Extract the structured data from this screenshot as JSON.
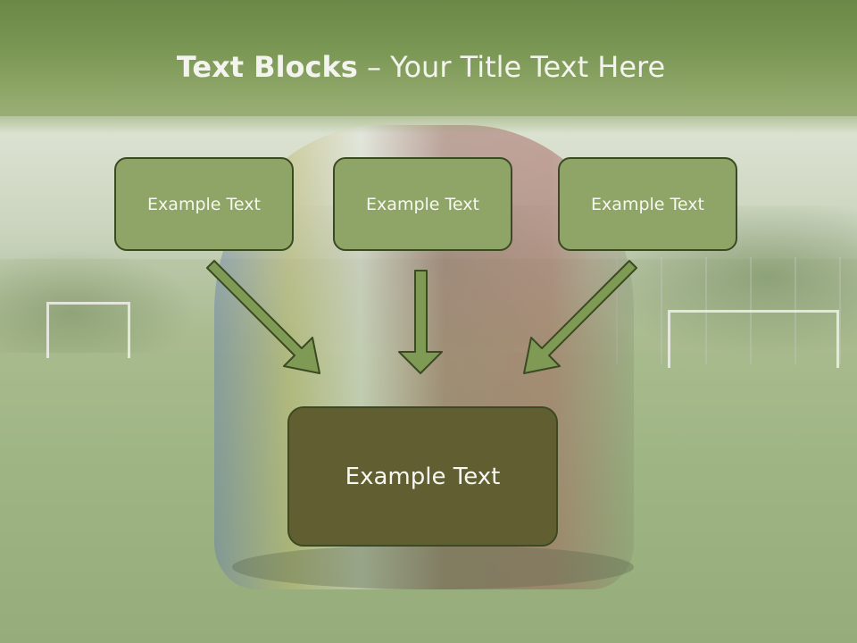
{
  "slide": {
    "title_bold": "Text Blocks",
    "title_separator": " – ",
    "title_rest": "Your Title Text Here",
    "top_boxes": [
      {
        "label": "Example Text"
      },
      {
        "label": "Example Text"
      },
      {
        "label": "Example Text"
      }
    ],
    "bottom_box": {
      "label": "Example Text"
    }
  },
  "colors": {
    "header": "#7c9855",
    "box_fill": "#8fa567",
    "box_border": "#3b4a22",
    "bottom_box_fill": "#615f31",
    "arrow_fill": "#7e9a55",
    "text": "#f6f7f0"
  },
  "icons": {
    "arrow": "arrow-down-icon"
  }
}
